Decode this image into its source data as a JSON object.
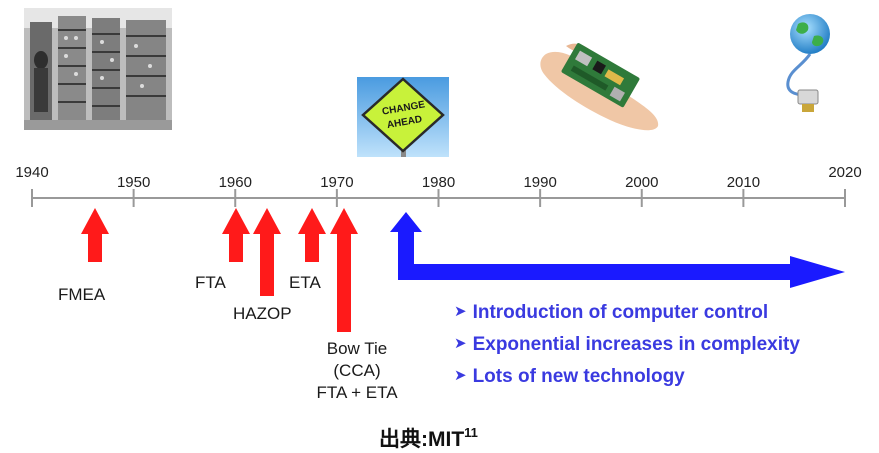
{
  "timeline": {
    "ticks": [
      "1940",
      "1950",
      "1960",
      "1970",
      "1980",
      "1990",
      "2000",
      "2010",
      "2020"
    ]
  },
  "methods": {
    "fmea": "FMEA",
    "fta": "FTA",
    "hazop": "HAZOP",
    "eta": "ETA",
    "bowtie": [
      "Bow Tie",
      "(CCA)",
      "FTA + ETA"
    ]
  },
  "sign": [
    "CHANGE",
    "AHEAD"
  ],
  "bullets": [
    "Introduction of computer control",
    "Exponential increases in complexity",
    "Lots of new technology"
  ],
  "source": {
    "text": "出典:MIT",
    "superscript": "11"
  },
  "colors": {
    "red_arrow": "#ff1a1a",
    "blue_arrow": "#1a1aff",
    "bullet_text": "#3a3ae0",
    "axis": "#999999"
  },
  "icons": [
    "mainframe-computer-photo",
    "change-ahead-sign",
    "circuit-board-in-hand",
    "globe-network-cable"
  ]
}
